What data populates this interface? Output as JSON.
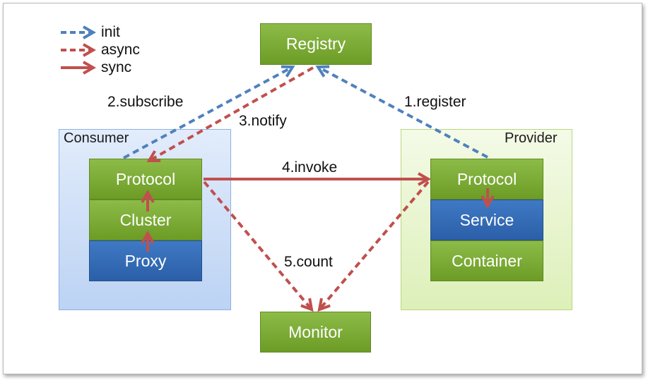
{
  "colors": {
    "init": "#4f81bd",
    "async": "#c0504d",
    "sync": "#c0504d",
    "node_green": "#78aa32",
    "node_blue": "#2f68b3",
    "consumer_bg": "#c8dbf6",
    "provider_bg": "#e6f4cc"
  },
  "legend": {
    "init": "init",
    "async": "async",
    "sync": "sync"
  },
  "nodes": {
    "registry": "Registry",
    "monitor": "Monitor"
  },
  "consumer": {
    "label": "Consumer",
    "layers": [
      "Protocol",
      "Cluster",
      "Proxy"
    ]
  },
  "provider": {
    "label": "Provider",
    "layers": [
      "Protocol",
      "Service",
      "Container"
    ]
  },
  "edges": {
    "register": "1.register",
    "subscribe": "2.subscribe",
    "notify": "3.notify",
    "invoke": "4.invoke",
    "count": "5.count"
  }
}
